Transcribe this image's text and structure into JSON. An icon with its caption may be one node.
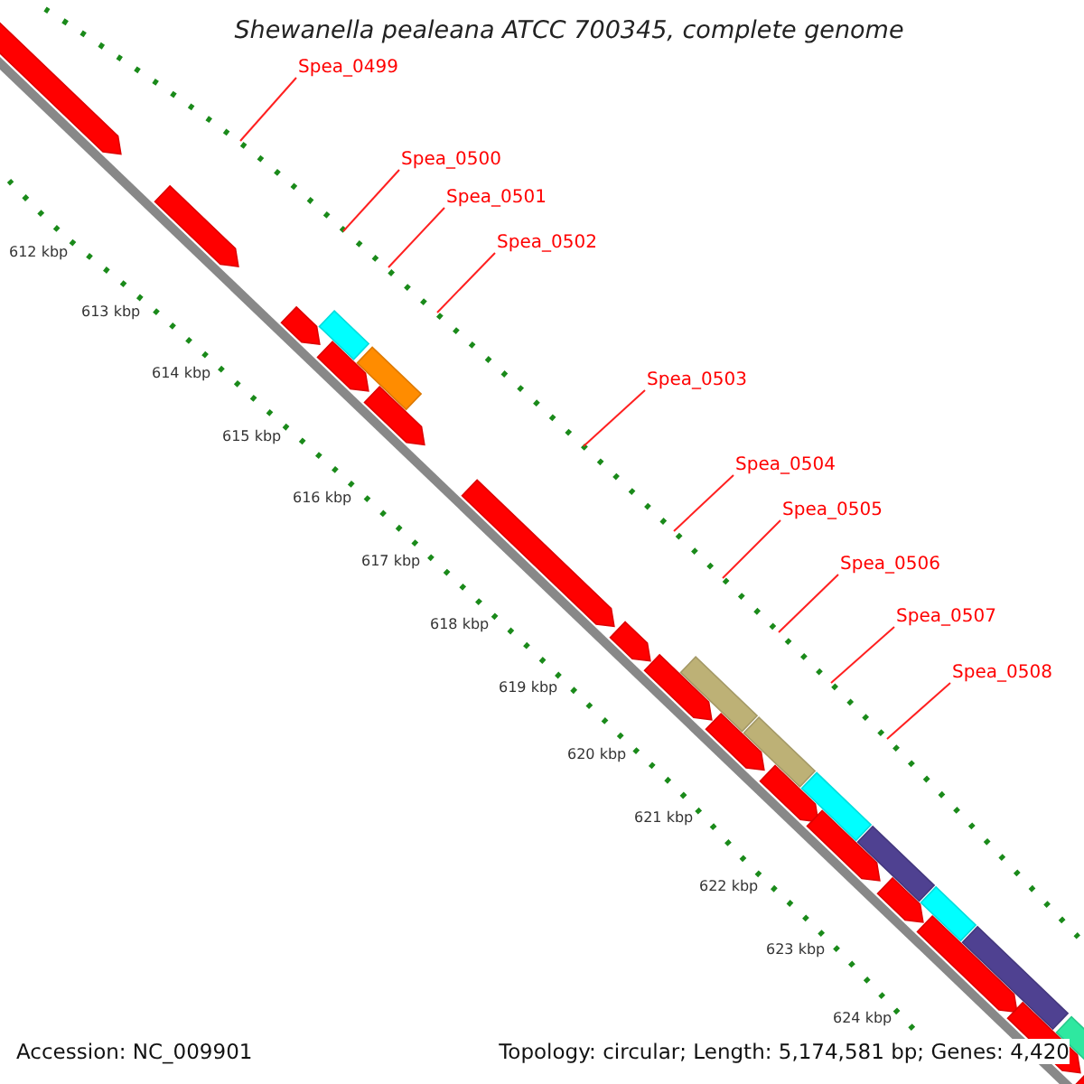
{
  "diagram": {
    "title": "Shewanella pealeana ATCC 700345, complete genome",
    "nodes": [
      {
        "text": [
          "Spea_0499"
        ]
      },
      {
        "text": [
          "Spea_0500"
        ]
      },
      {
        "text": [
          "Spea_0501"
        ]
      },
      {
        "text": [
          "Spea_0502"
        ]
      },
      {
        "text": [
          "Spea_0503"
        ]
      },
      {
        "text": [
          "Spea_0504"
        ]
      },
      {
        "text": [
          "Spea_0505"
        ]
      },
      {
        "text": [
          "Spea_0506"
        ]
      },
      {
        "text": [
          "Spea_0507"
        ]
      },
      {
        "text": [
          "Spea_0508"
        ]
      }
    ],
    "edges": [
      {
        "from": 0,
        "to": null,
        "arrow": "none"
      },
      {
        "from": 1,
        "to": null,
        "arrow": "none"
      },
      {
        "from": 2,
        "to": null,
        "arrow": "none"
      },
      {
        "from": 3,
        "to": null,
        "arrow": "none"
      },
      {
        "from": 4,
        "to": null,
        "arrow": "none"
      },
      {
        "from": 5,
        "to": null,
        "arrow": "none"
      },
      {
        "from": 6,
        "to": null,
        "arrow": "none"
      },
      {
        "from": 7,
        "to": null,
        "arrow": "none"
      },
      {
        "from": 8,
        "to": null,
        "arrow": "none"
      },
      {
        "from": 9,
        "to": null,
        "arrow": "none"
      }
    ],
    "labels": [
      "612 kbp",
      "613 kbp",
      "614 kbp",
      "615 kbp",
      "616 kbp",
      "617 kbp",
      "618 kbp",
      "619 kbp",
      "620 kbp",
      "621 kbp",
      "622 kbp",
      "623 kbp",
      "624 kbp",
      "Accession: NC_009901",
      "Topology: circular; Length: 5,174,581 bp; Genes: 4,420"
    ]
  }
}
